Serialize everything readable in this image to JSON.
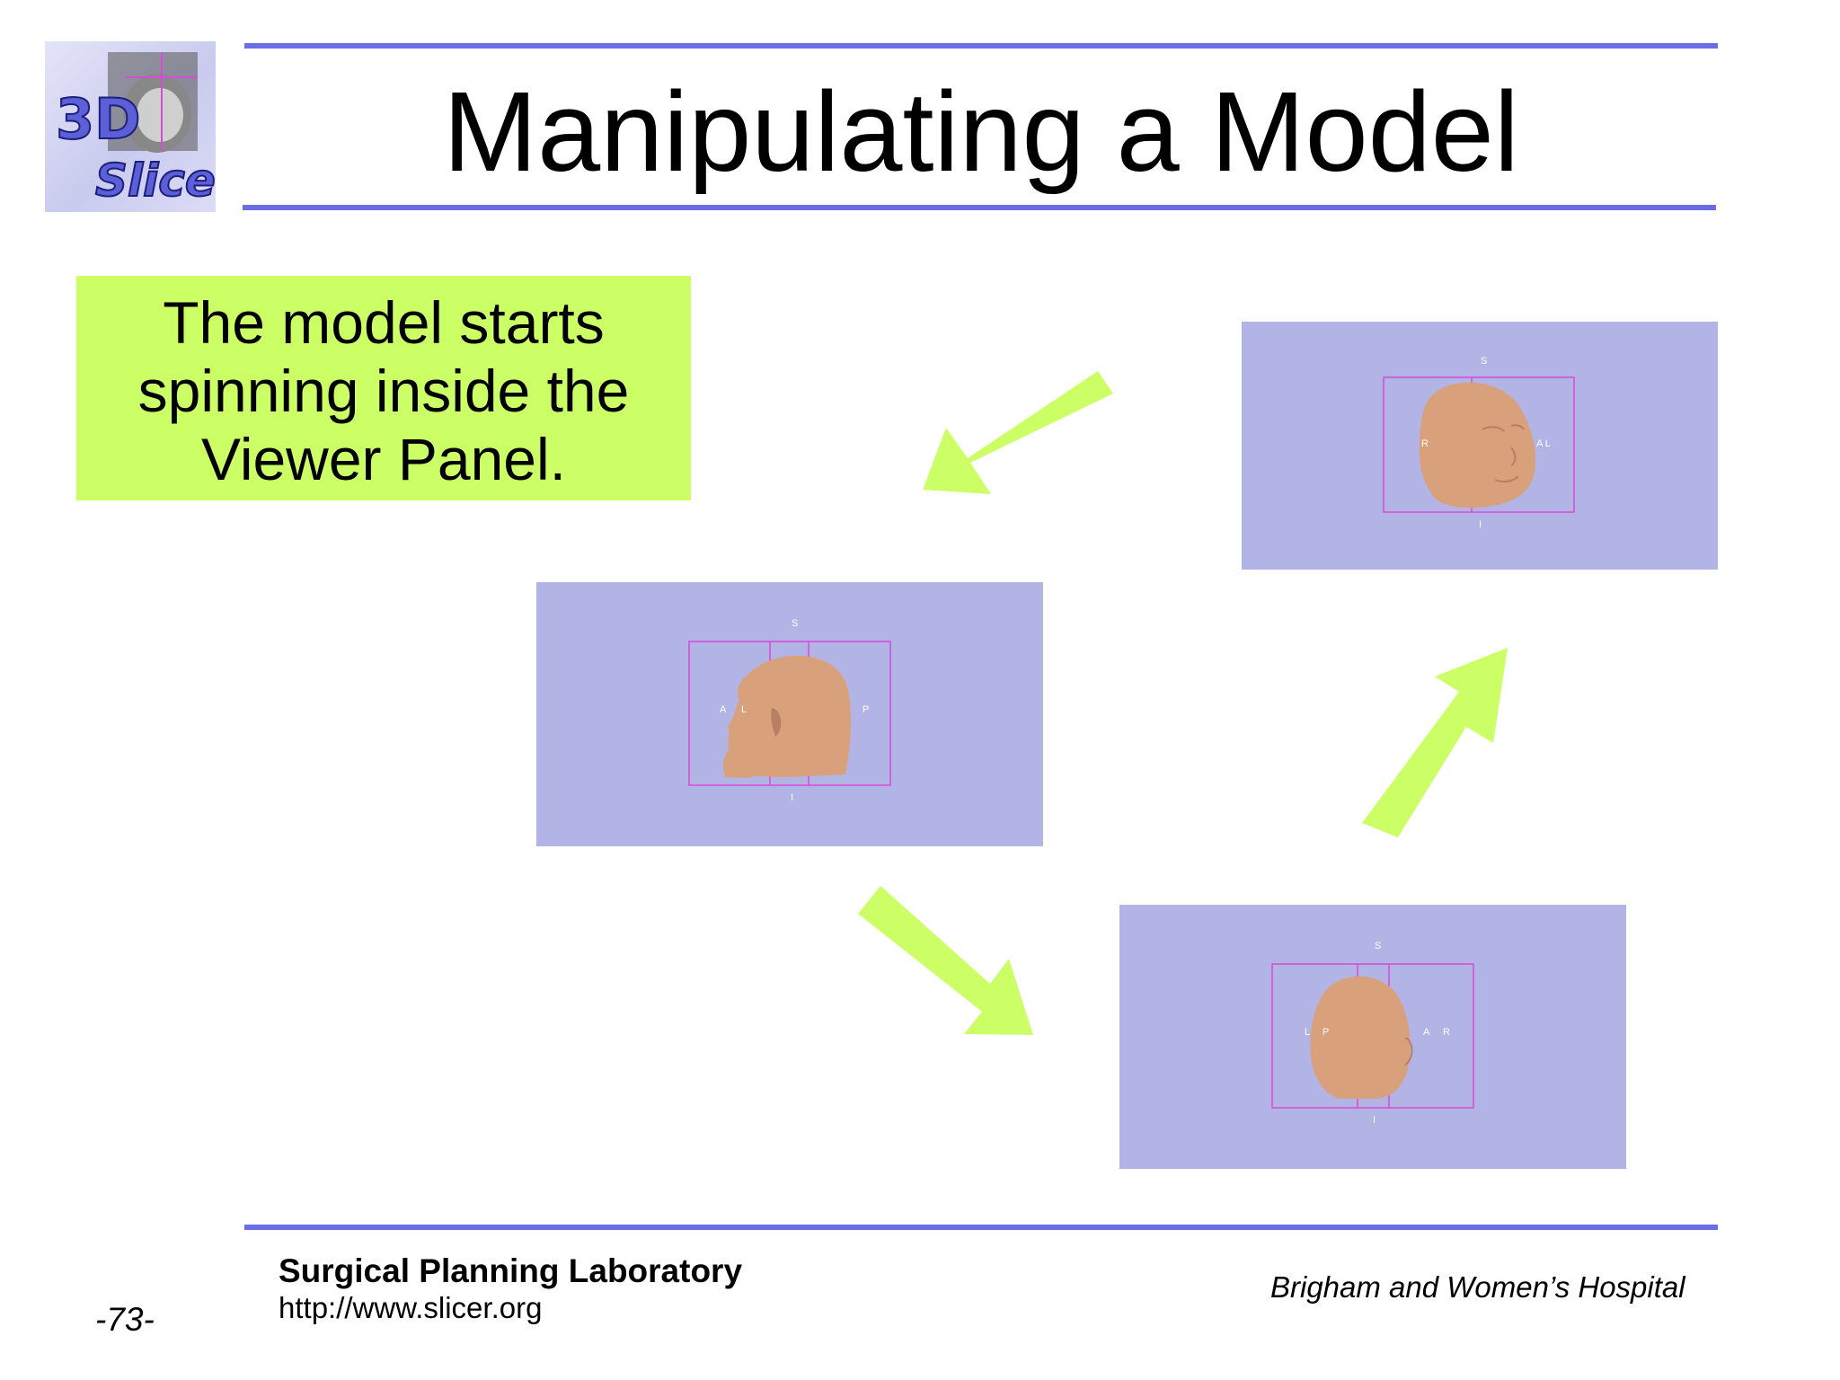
{
  "slide": {
    "title": "Manipulating a Model",
    "logo": {
      "top_text": "3D",
      "bottom_text": "Slicer"
    },
    "callout": {
      "lines": [
        "The model starts",
        "spinning inside the",
        "Viewer Panel."
      ]
    },
    "viewer_panels": [
      {
        "view": "left-side",
        "labels": {
          "S": "S",
          "I": "I",
          "A": "A",
          "L": "L",
          "P": "P"
        }
      },
      {
        "view": "front-three-quarter",
        "labels": {
          "S": "S",
          "I": "I",
          "R": "R",
          "AL": "A L"
        }
      },
      {
        "view": "back",
        "labels": {
          "S": "S",
          "I": "I",
          "L": "L",
          "P": "P",
          "A": "A",
          "R": "R"
        }
      }
    ],
    "footer": {
      "lab": "Surgical Planning Laboratory",
      "url": "http://www.slicer.org",
      "page": "-73-",
      "hospital": "Brigham and Women’s Hospital"
    },
    "colors": {
      "rule": "#6a6ee6",
      "callout_bg": "#ccff66",
      "arrow": "#ccff66",
      "panel_bg": "#b3b4e6",
      "bounding_box": "#d84ad8",
      "head": "#d9a07c"
    },
    "icons": [
      "arrow-down-left-icon",
      "arrow-up-right-icon",
      "arrow-down-right-icon"
    ]
  }
}
